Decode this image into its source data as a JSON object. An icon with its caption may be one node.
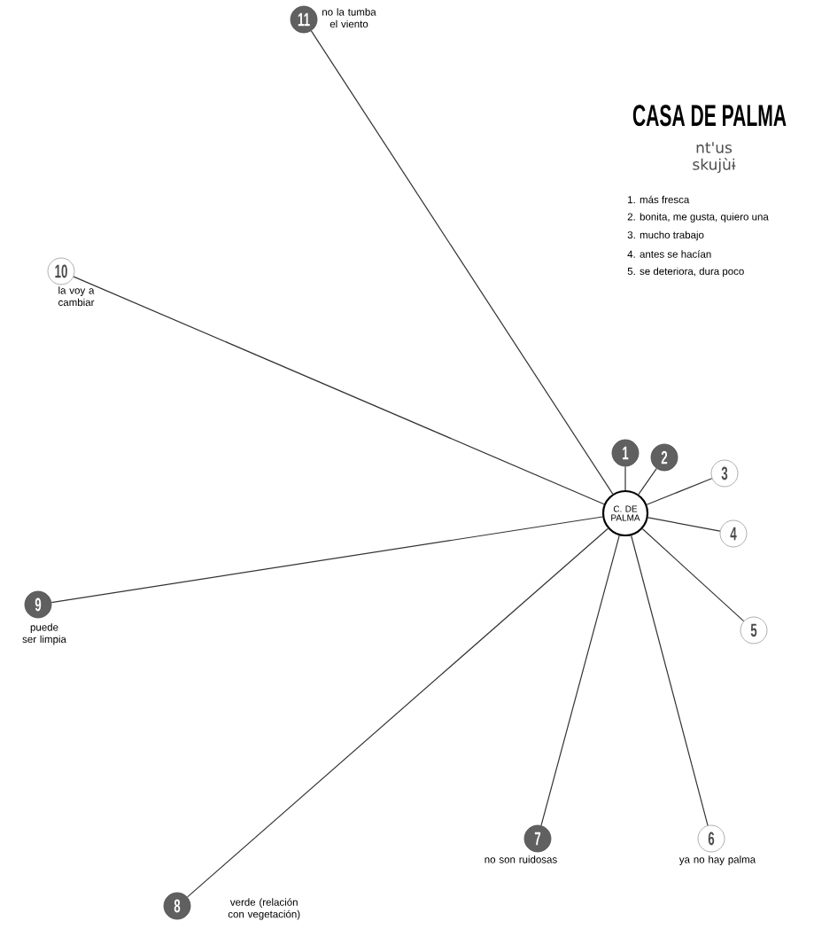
{
  "diagram": {
    "title": "CASA DE PALMA",
    "nodes": [
      {
        "text": [
          "C. DE PALMA"
        ]
      },
      {
        "text": [
          "1"
        ]
      },
      {
        "text": [
          "2"
        ]
      },
      {
        "text": [
          "3"
        ]
      },
      {
        "text": [
          "4"
        ]
      },
      {
        "text": [
          "5"
        ]
      },
      {
        "text": [
          "6"
        ],
        "beside": [
          "ya no hay palma"
        ]
      },
      {
        "text": [
          "7"
        ],
        "beside": [
          "no son ruidosas"
        ]
      },
      {
        "text": [
          "8"
        ],
        "beside": [
          "verde (relación con vegetación)"
        ]
      },
      {
        "text": [
          "9"
        ],
        "beside": [
          "puede ser limpia"
        ]
      },
      {
        "text": [
          "10"
        ],
        "beside": [
          "la voy a cambiar"
        ]
      },
      {
        "text": [
          "11"
        ],
        "beside": [
          "no la tumba el viento"
        ]
      }
    ],
    "edges": [
      {
        "from": 0,
        "to": 1,
        "arrow": "none"
      },
      {
        "from": 0,
        "to": 2,
        "arrow": "none"
      },
      {
        "from": 0,
        "to": 3,
        "arrow": "none"
      },
      {
        "from": 0,
        "to": 4,
        "arrow": "none"
      },
      {
        "from": 0,
        "to": 5,
        "arrow": "none"
      },
      {
        "from": 0,
        "to": 6,
        "arrow": "none"
      },
      {
        "from": 0,
        "to": 7,
        "arrow": "none"
      },
      {
        "from": 0,
        "to": 8,
        "arrow": "none"
      },
      {
        "from": 0,
        "to": 9,
        "arrow": "none"
      },
      {
        "from": 0,
        "to": 10,
        "arrow": "none"
      },
      {
        "from": 0,
        "to": 11,
        "arrow": "none"
      }
    ],
    "labels": [
      "nt'us skujùɨ",
      "1. más fresca",
      "2. bonita, me gusta, quiero una",
      "3. mucho trabajo",
      "4. antes se hacían",
      "5. se deteriora, dura poco"
    ]
  }
}
